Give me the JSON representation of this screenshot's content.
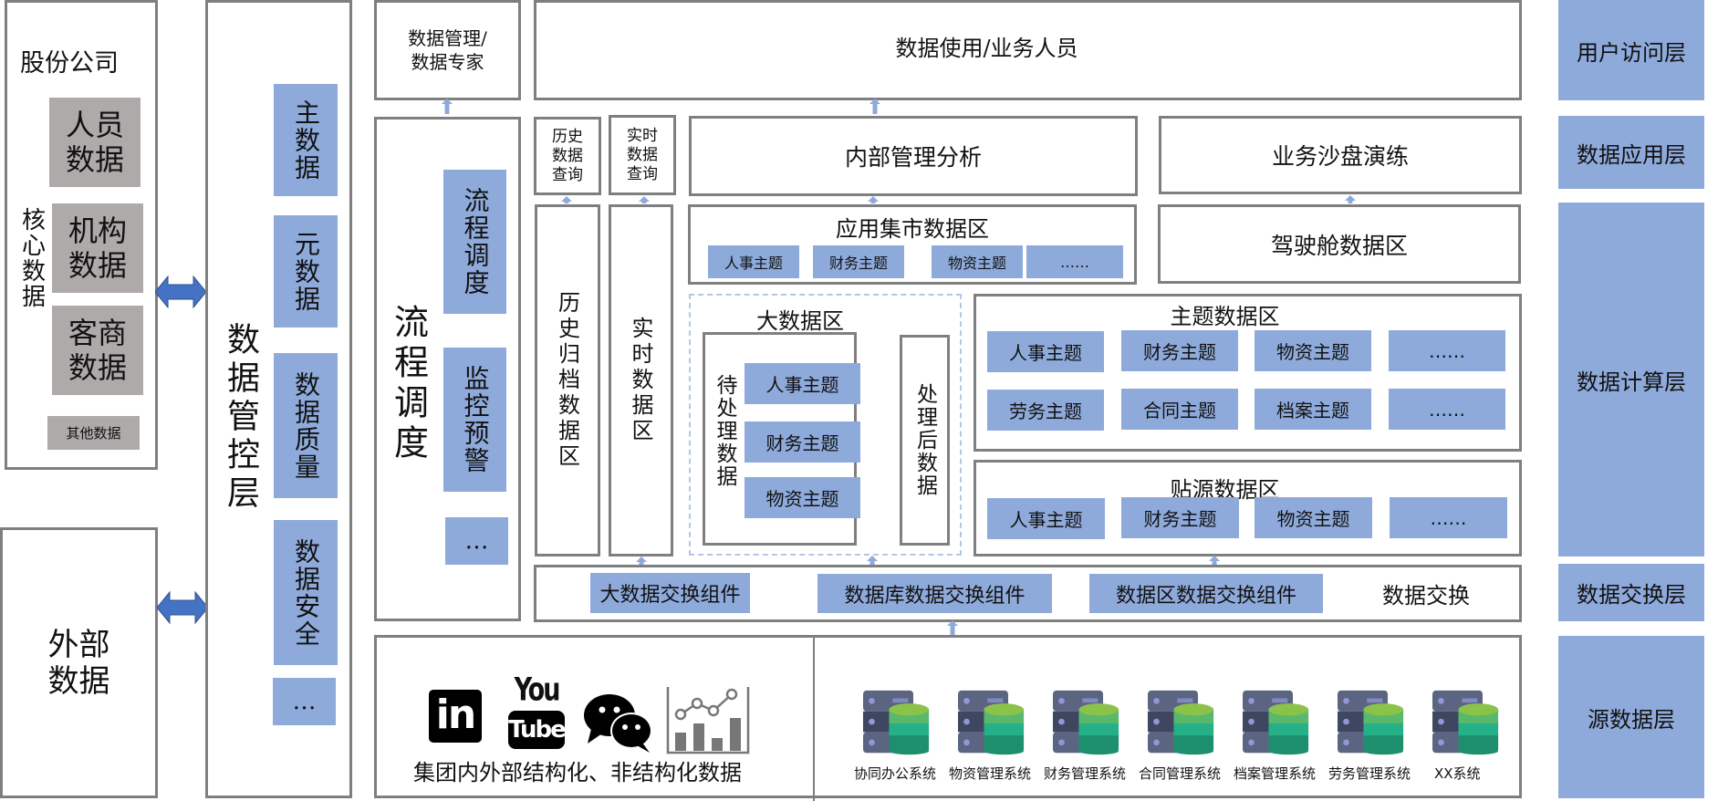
{
  "left": {
    "company_title": "股份公司",
    "core_label": "核心数据",
    "core_items": [
      "人员数据",
      "机构数据",
      "客商数据"
    ],
    "other_item": "其他数据",
    "external_label": "外部数据"
  },
  "governance": {
    "title": "数据管控层",
    "items": [
      "主数据",
      "元数据",
      "数据质量",
      "数据安全",
      "…"
    ]
  },
  "process": {
    "top_box": "数据管理/数据专家",
    "title": "流程调度",
    "items": [
      "流程调度",
      "监控预警",
      "…"
    ]
  },
  "user_layer": {
    "box": "数据使用/业务人员"
  },
  "application": {
    "history_query": "历史数据查询",
    "realtime_query": "实时数据查询",
    "internal_analysis": "内部管理分析",
    "sandbox": "业务沙盘演练"
  },
  "compute": {
    "history_archive": "历史归档数据区",
    "realtime_zone": "实时数据区",
    "mart": {
      "title": "应用集市数据区",
      "items": [
        "人事主题",
        "财务主题",
        "物资主题",
        "……"
      ]
    },
    "cockpit": "驾驶舱数据区",
    "bigdata": {
      "title": "大数据区",
      "pending_label": "待处理数据",
      "pending_items": [
        "人事主题",
        "财务主题",
        "物资主题"
      ],
      "processed_label": "处理后数据"
    },
    "topic": {
      "title": "主题数据区",
      "row1": [
        "人事主题",
        "财务主题",
        "物资主题",
        "……"
      ],
      "row2": [
        "劳务主题",
        "合同主题",
        "档案主题",
        "……"
      ]
    },
    "source_zone": {
      "title": "贴源数据区",
      "items": [
        "人事主题",
        "财务主题",
        "物资主题",
        "……"
      ]
    }
  },
  "exchange": {
    "items": [
      "大数据交换组件",
      "数据库数据交换组件",
      "数据区数据交换组件"
    ],
    "label": "数据交换"
  },
  "source": {
    "icons": [
      "linkedin-icon",
      "youtube-icon",
      "wechat-icon",
      "chart-icon"
    ],
    "caption": "集团内外部结构化、非结构化数据",
    "youtube_you": "You",
    "youtube_tube": "Tube",
    "linkedin_text": "in",
    "systems": [
      "协同办公系统",
      "物资管理系统",
      "财务管理系统",
      "合同管理系统",
      "档案管理系统",
      "劳务管理系统",
      "XX系统"
    ]
  },
  "layers": [
    "用户访问层",
    "数据应用层",
    "数据计算层",
    "数据交换层",
    "源数据层"
  ],
  "colors": {
    "accent_blue": "#8eaadb",
    "core_grey": "#aeaaaa",
    "border_grey": "#7f7f7f",
    "arrow_blue": "#4472c4"
  }
}
